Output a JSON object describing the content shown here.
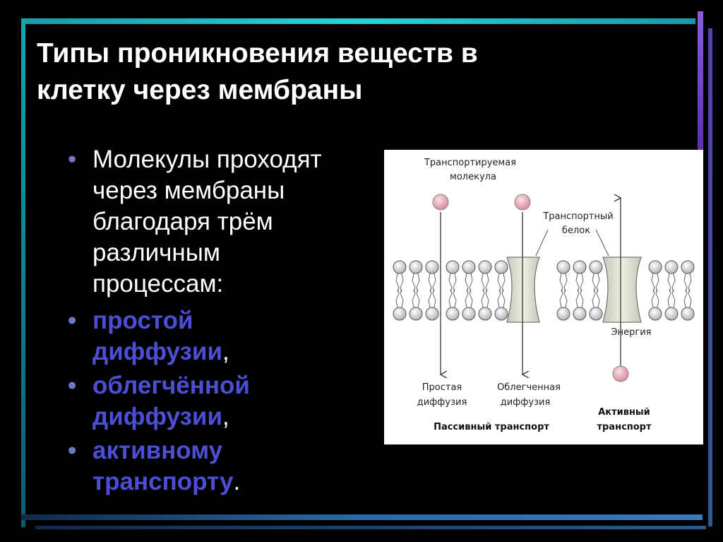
{
  "slide": {
    "title_lines": [
      "Типы проникновения веществ в",
      "клетку через мембраны"
    ],
    "bullet_text_lines": [
      "Молекулы проходят",
      "через мембраны",
      "благодаря трём",
      "различным",
      "процессам:"
    ],
    "items": [
      {
        "lines": [
          "простой",
          "диффузии"
        ],
        "punct": ","
      },
      {
        "lines": [
          "облегчённой",
          "диффузии"
        ],
        "punct": ","
      },
      {
        "lines": [
          "активному",
          "транспорту"
        ],
        "punct": "."
      }
    ],
    "colors": {
      "background": "#000000",
      "title": "#ffffff",
      "accent": "#4c4fd4",
      "frame_cyan": "#19c6c6",
      "frame_purple": "#7a4bd6"
    }
  },
  "diagram": {
    "label_molecule_1": "Транспортируемая",
    "label_molecule_2": "молекула",
    "label_protein_1": "Транспортный",
    "label_protein_2": "белок",
    "label_energy": "Энергия",
    "label_simple_1": "Простая",
    "label_simple_2": "диффузия",
    "label_facilitated_1": "Облегченная",
    "label_facilitated_2": "диффузия",
    "label_passive": "Пассивный транспорт",
    "label_active_1": "Активный",
    "label_active_2": "транспорт"
  }
}
